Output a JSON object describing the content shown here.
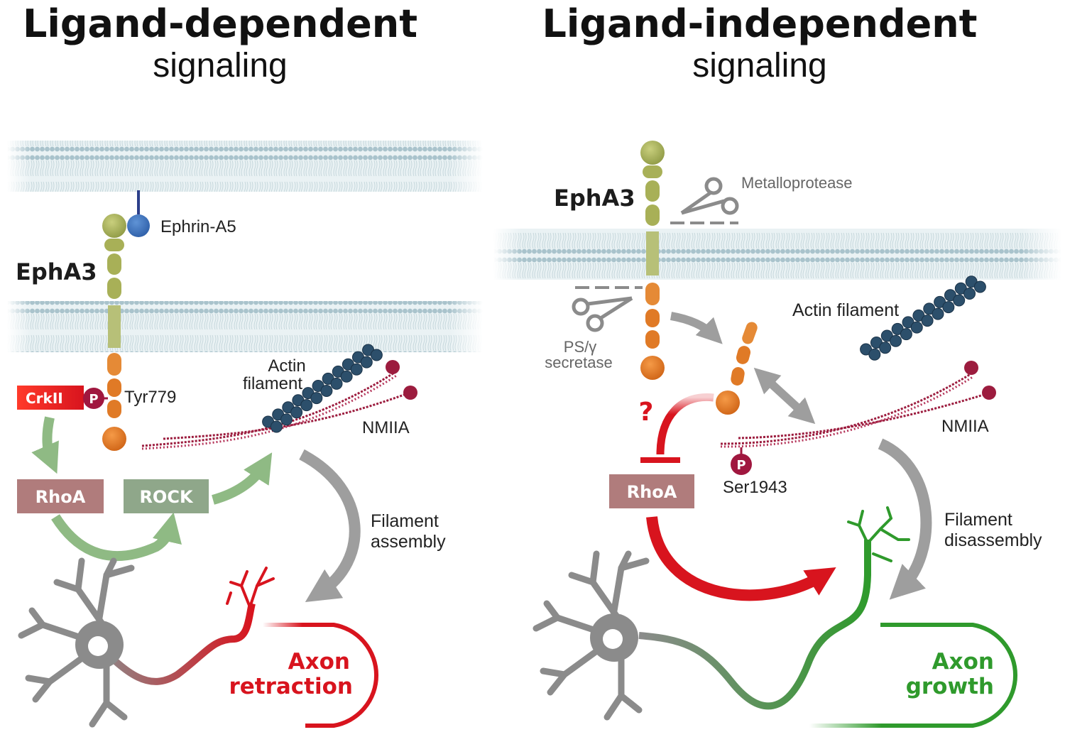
{
  "left": {
    "title": "Ligand-dependent",
    "subtitle": "signaling",
    "ephrin": "Ephrin-A5",
    "receptor": "EphA3",
    "crk": "CrkII",
    "p": "P",
    "tyr": "Tyr779",
    "actin": [
      "Actin",
      "filament"
    ],
    "nmiia": "NMIIA",
    "rhoa": "RhoA",
    "rock": "ROCK",
    "process": [
      "Filament",
      "assembly"
    ],
    "outcome": [
      "Axon",
      "retraction"
    ]
  },
  "right": {
    "title": "Ligand-independent",
    "subtitle": "signaling",
    "receptor": "EphA3",
    "metallo": "Metalloprotease",
    "ps": [
      "PS/γ",
      "secretase"
    ],
    "actin": "Actin filament",
    "question": "?",
    "nmiia": "NMIIA",
    "p": "P",
    "ser": "Ser1943",
    "rhoa": "RhoA",
    "process": [
      "Filament",
      "disassembly"
    ],
    "outcome": [
      "Axon",
      "growth"
    ]
  },
  "colors": {
    "red": "#d8141e",
    "green": "#2f9a2c",
    "orange": "#e07a26",
    "olive": "#9ca74e",
    "membrane": "#a9c3cc",
    "actin": "#2c4f6b",
    "myosin": "#9c1c3e",
    "rhoa_box": "#b07c7c",
    "rock_box": "#8fa78a",
    "neuron": "#8b8b8b",
    "arrow_gray": "#9e9e9e",
    "arrow_green": "#8fba84"
  }
}
